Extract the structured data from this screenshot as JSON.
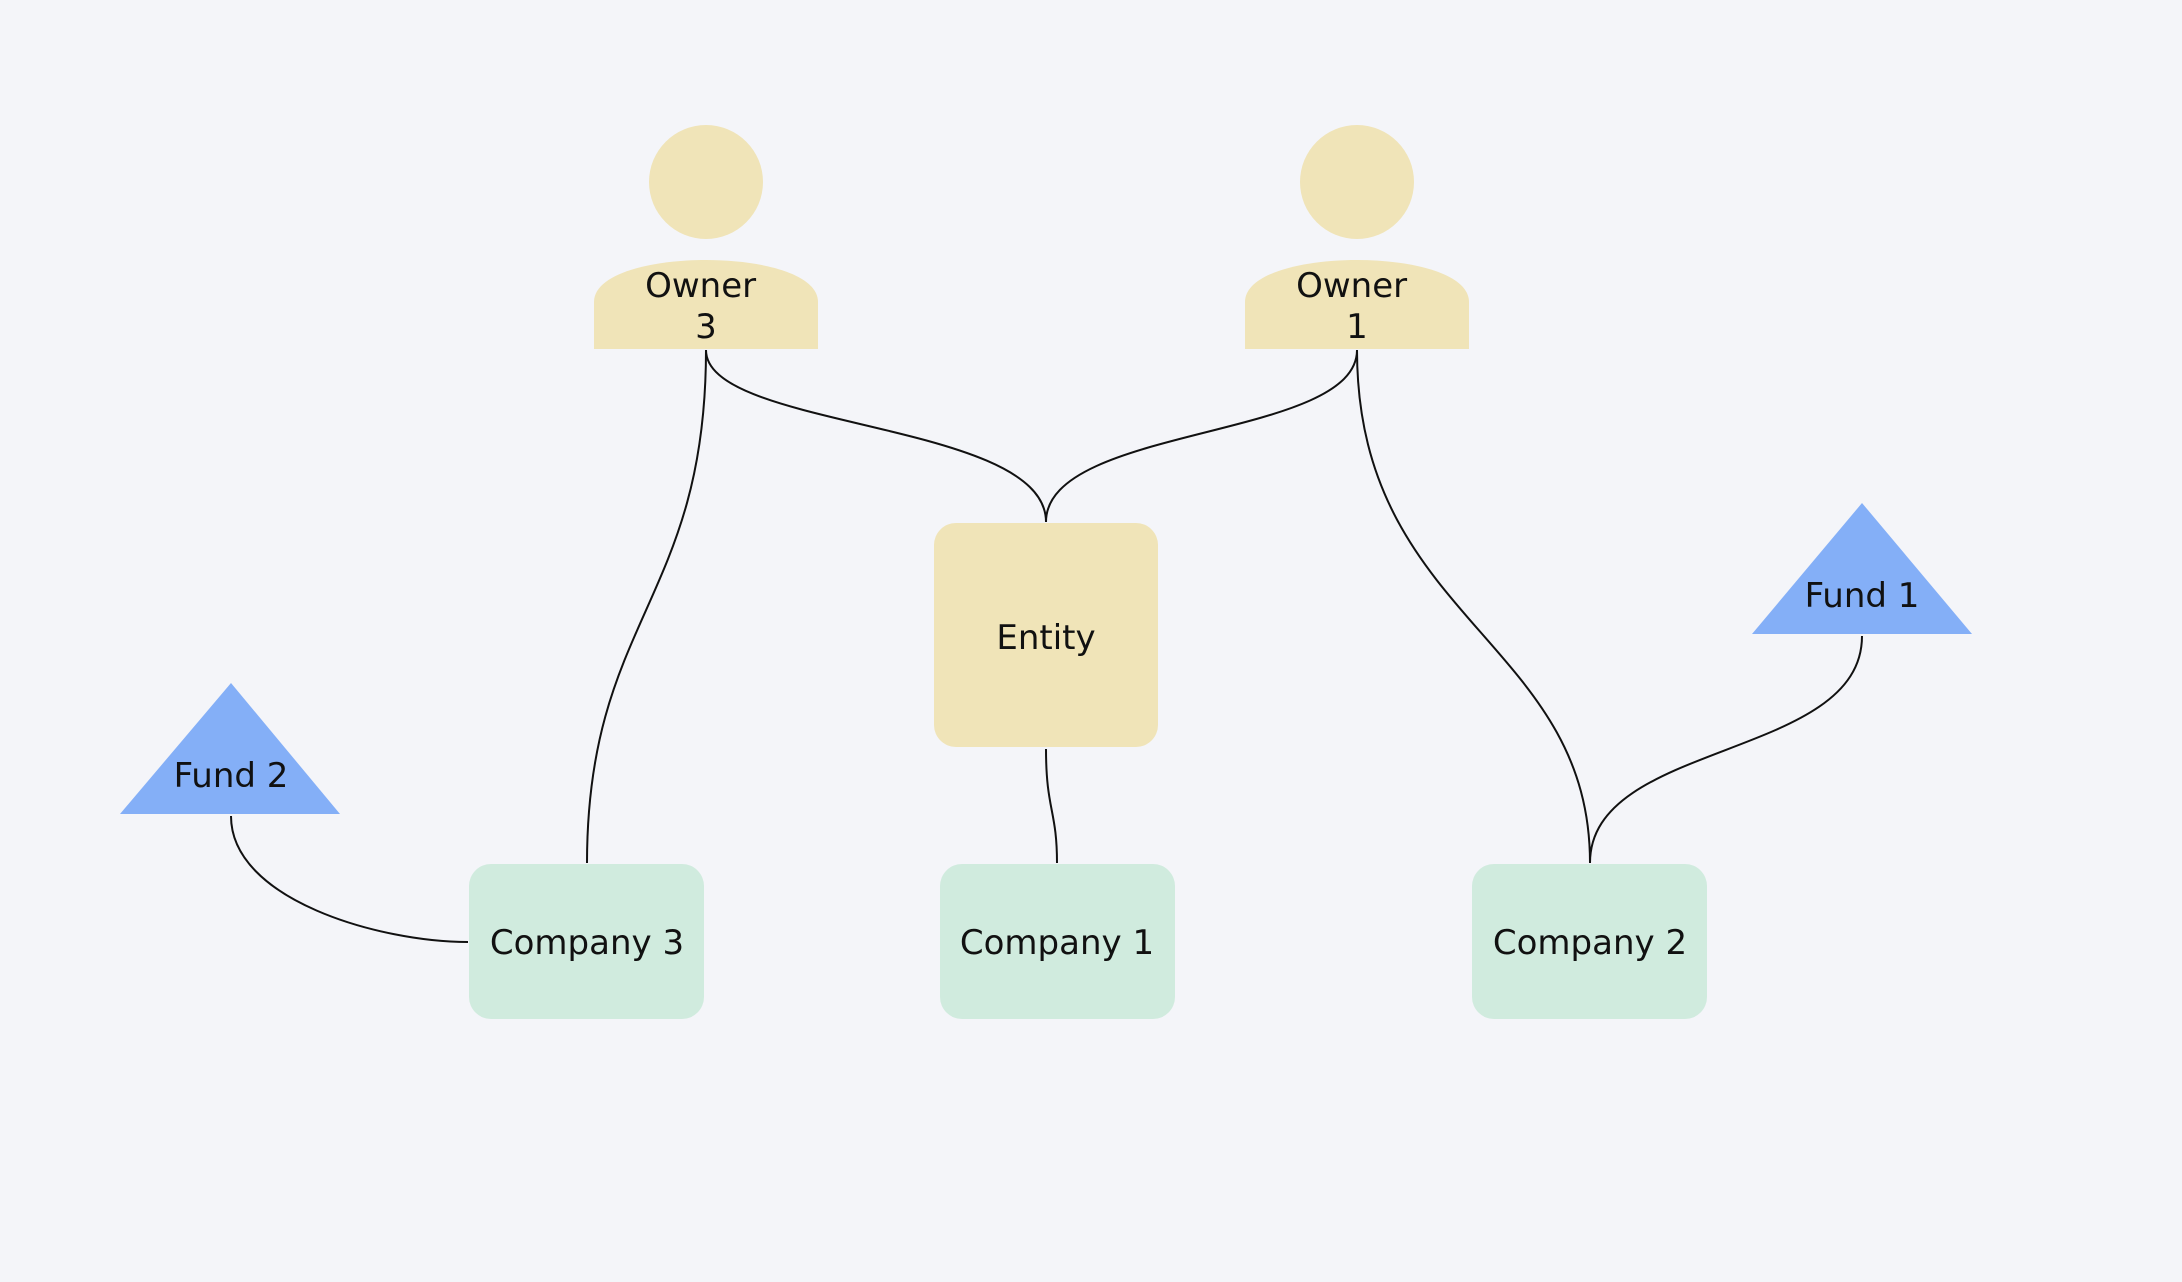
{
  "colors": {
    "background": "#f4f5f9",
    "owner_fill": "#f0e4b8",
    "entity_fill": "#f0e4b8",
    "company_fill": "#d0ebde",
    "fund_fill": "#84aff7",
    "edge_stroke": "#111111"
  },
  "nodes": {
    "owner_3": {
      "shape": "person",
      "line1": "Owner",
      "line2": "3"
    },
    "owner_1": {
      "shape": "person",
      "line1": "Owner",
      "line2": "1"
    },
    "entity": {
      "shape": "rounded-rectangle",
      "label": "Entity"
    },
    "fund_1": {
      "shape": "triangle",
      "label": "Fund 1"
    },
    "fund_2": {
      "shape": "triangle",
      "label": "Fund 2"
    },
    "company_3": {
      "shape": "rounded-rectangle",
      "label": "Company 3"
    },
    "company_1": {
      "shape": "rounded-rectangle",
      "label": "Company 1"
    },
    "company_2": {
      "shape": "rounded-rectangle",
      "label": "Company 2"
    }
  },
  "edges": [
    {
      "from": "owner_3",
      "to": "entity"
    },
    {
      "from": "owner_1",
      "to": "entity"
    },
    {
      "from": "owner_3",
      "to": "company_3"
    },
    {
      "from": "owner_1",
      "to": "company_2"
    },
    {
      "from": "fund_1",
      "to": "company_2"
    },
    {
      "from": "fund_2",
      "to": "company_3"
    },
    {
      "from": "entity",
      "to": "company_1"
    }
  ]
}
